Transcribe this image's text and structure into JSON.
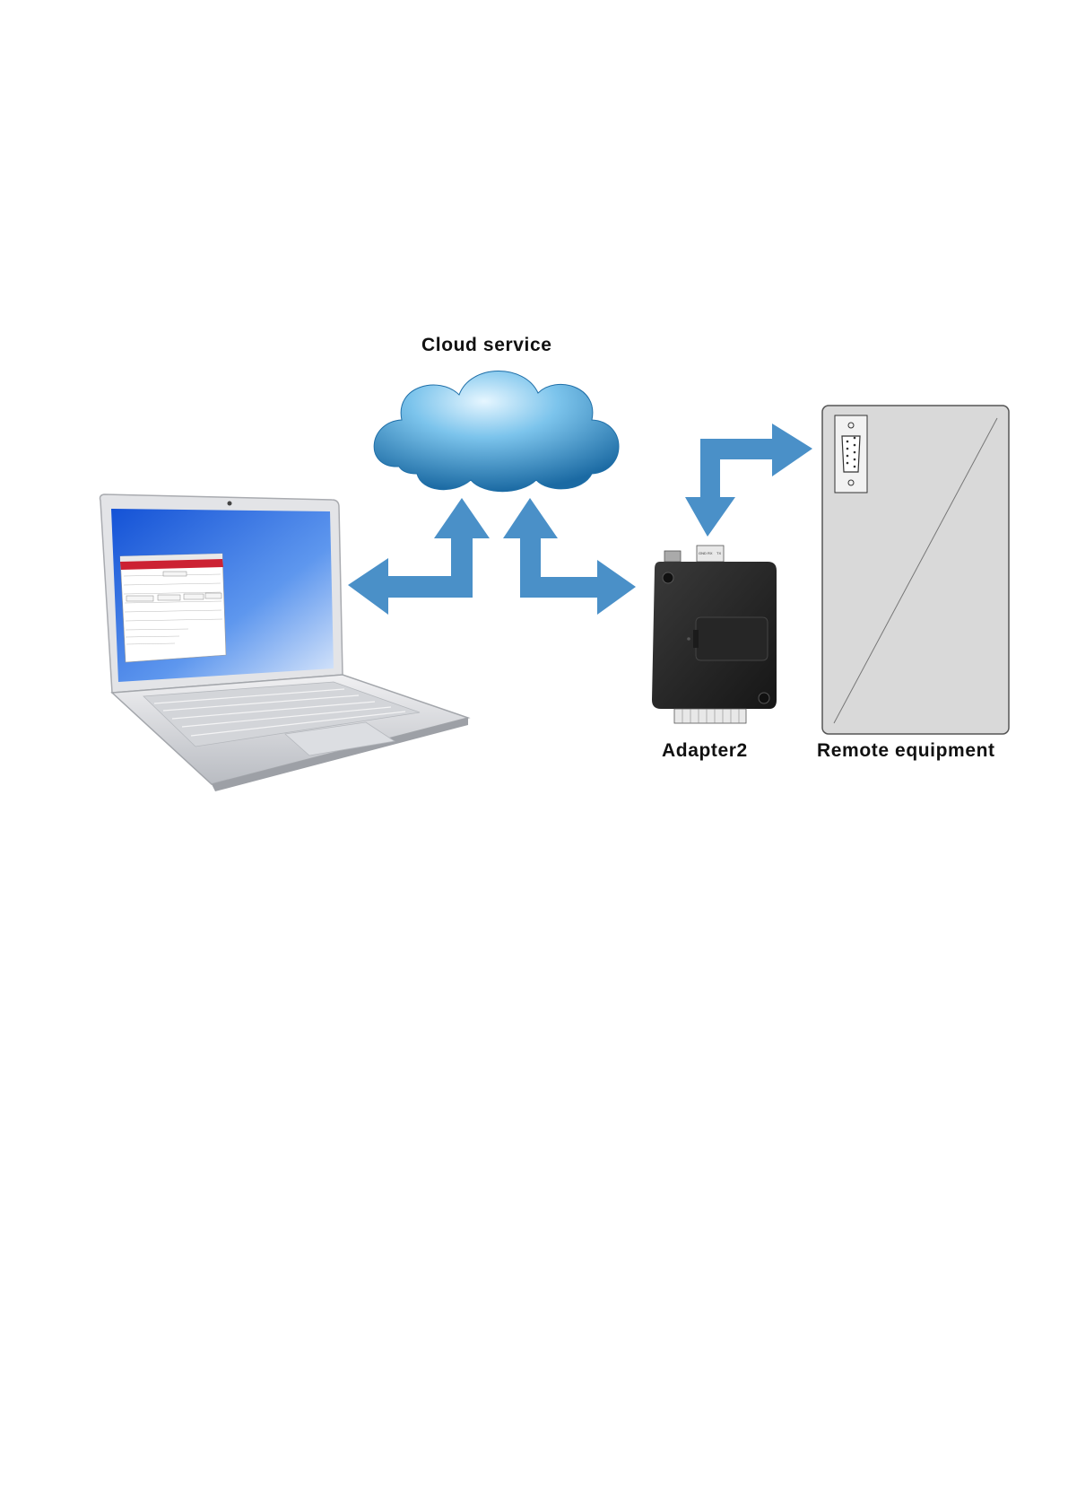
{
  "labels": {
    "cloud": "Cloud service",
    "adapter": "Adapter2",
    "remote": "Remote equipment"
  },
  "nodes": [
    {
      "id": "laptop",
      "icon": "laptop-icon"
    },
    {
      "id": "cloud",
      "icon": "cloud-icon"
    },
    {
      "id": "adapter",
      "icon": "gsm-adapter-device"
    },
    {
      "id": "remote",
      "icon": "remote-equipment-panel"
    }
  ],
  "edges": [
    {
      "from": "laptop",
      "to": "cloud",
      "style": "double-arrow"
    },
    {
      "from": "cloud",
      "to": "adapter",
      "style": "double-arrow"
    },
    {
      "from": "adapter",
      "to": "remote",
      "style": "double-arrow"
    }
  ],
  "colors": {
    "arrow": "#4a90c8",
    "cloud_light": "#bfe3f7",
    "cloud_dark": "#1f6fa8",
    "device": "#2b2b2b",
    "panel": "#d9d9d9",
    "screen": "#2a6fe0"
  }
}
